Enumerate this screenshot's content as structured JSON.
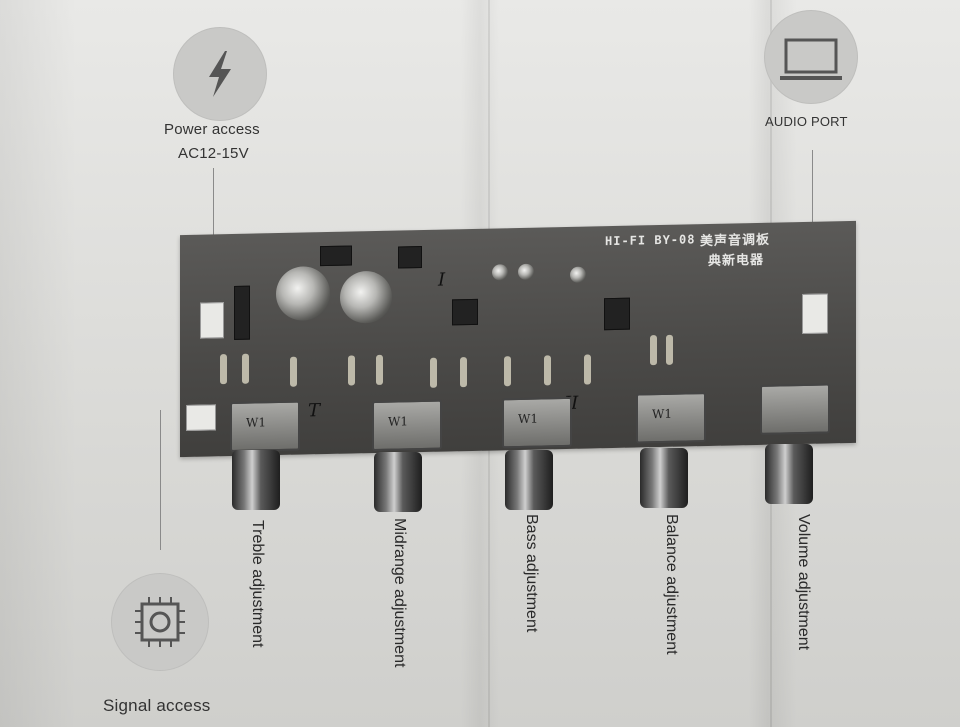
{
  "labels": {
    "power_access": "Power access",
    "power_voltage": "AC12-15V",
    "audio_port": "AUDIO PORT",
    "signal_access": "Signal access",
    "treble": "Treble adjustment",
    "midrange": "Midrange adjustment",
    "bass": "Bass adjustment",
    "balance": "Balance adjustment",
    "volume": "Volume adjustment"
  },
  "pcb": {
    "model": "HI-FI BY-08",
    "title_cn": "美声音调板",
    "maker_cn": "典新电器",
    "pot_label": "W1",
    "markers": [
      "T",
      "I",
      "II"
    ]
  },
  "icons": {
    "power": "lightning-icon",
    "audio": "laptop-icon",
    "signal": "chip-icon"
  }
}
